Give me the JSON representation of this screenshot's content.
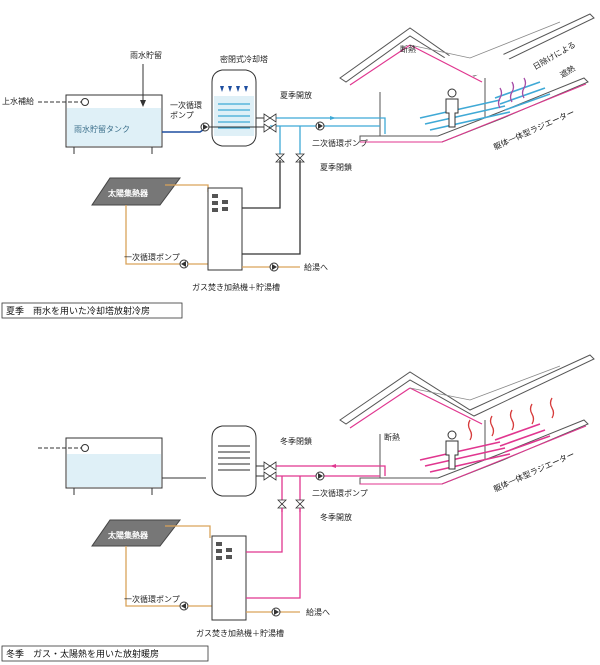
{
  "summer": {
    "caption": "夏季　雨水を用いた冷却塔放射冷房",
    "labels": {
      "rain_storage": "雨水貯留",
      "water_supply": "上水補給",
      "tank": "雨水貯留タンク",
      "cooling_tower": "密閉式冷却塔",
      "primary_pump": [
        "一次循環",
        "ポンプ"
      ],
      "summer_open": "夏季開放",
      "secondary_pump": "二次循環ポンプ",
      "summer_closed": "夏季閉鎖",
      "solar_collector": "太陽集熱器",
      "primary_pump2": "一次循環ポンプ",
      "hot_water_out": "給湯へ",
      "heater": "ガス焚き加熱機＋貯湯槽",
      "insulation": "断熱",
      "shading": [
        "日除けによる",
        "遮熱"
      ],
      "radiator": "躯体一体型ラジエーター"
    }
  },
  "winter": {
    "caption": "冬季　ガス・太陽熱を用いた放射暖房",
    "labels": {
      "winter_closed": "冬季閉鎖",
      "secondary_pump": "二次循環ポンプ",
      "winter_open": "冬季開放",
      "solar_collector": "太陽集熱器",
      "primary_pump": "一次循環ポンプ",
      "hot_water_out": "給湯へ",
      "heater": "ガス焚き加熱機＋貯湯槽",
      "insulation": "断熱",
      "radiator": "躯体一体型ラジエーター"
    }
  },
  "colors": {
    "cool": "#3fa9d6",
    "warm": "#e0368f",
    "solar": "#d9a35a",
    "dark": "#222222"
  }
}
